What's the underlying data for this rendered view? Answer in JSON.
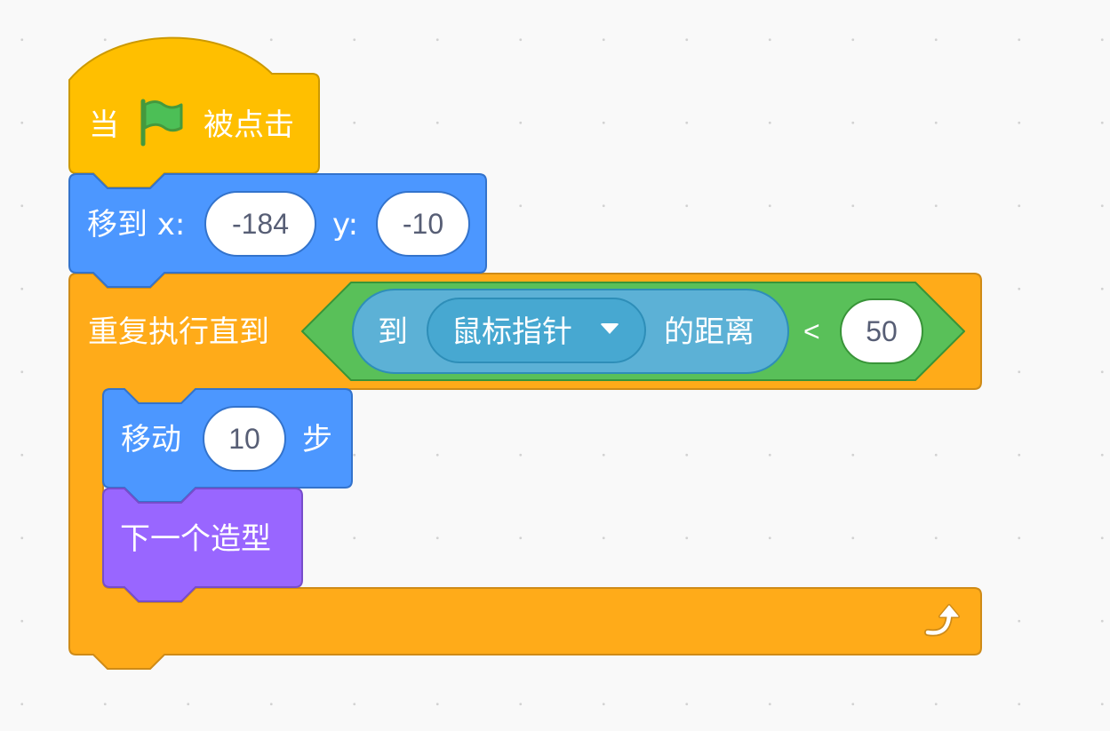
{
  "blocks": {
    "when_flag": {
      "when": "当",
      "clicked": "被点击"
    },
    "goto_xy": {
      "move_to_x": "移到 x:",
      "x_value": "-184",
      "y_label": "y:",
      "y_value": "-10"
    },
    "repeat_until": {
      "label": "重复执行直到"
    },
    "condition": {
      "to": "到",
      "target": "鼠标指针",
      "distance": "的距离",
      "operator": "<",
      "value": "50"
    },
    "move_steps": {
      "move": "移动",
      "steps_value": "10",
      "steps": "步"
    },
    "next_costume": {
      "label": "下一个造型"
    }
  },
  "icons": {
    "flag": "green-flag-icon",
    "dropdown": "dropdown-caret-icon",
    "loop_arrow": "loop-arrow-icon"
  },
  "colors": {
    "events": "#ffbf00",
    "events_border": "#cc9900",
    "motion": "#4c97ff",
    "motion_border": "#3373cc",
    "control": "#ffab19",
    "control_border": "#cf8b17",
    "looks": "#9966ff",
    "looks_border": "#774dcb",
    "operators": "#59c059",
    "operators_border": "#389438",
    "sensing": "#5cb1d6",
    "sensing_border": "#2e8eb8",
    "workspace_bg": "#f9f9f9"
  }
}
